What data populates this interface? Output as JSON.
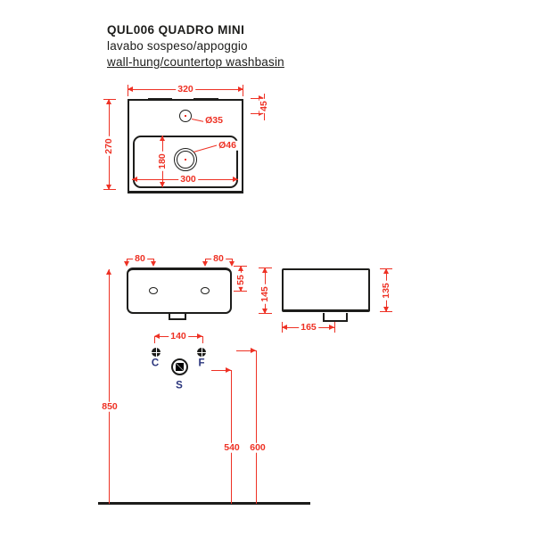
{
  "header": {
    "code": "QUL006 QUADRO MINI",
    "subtitle_it": "lavabo sospeso/appoggio",
    "subtitle_en": "wall-hung/countertop washbasin"
  },
  "colors": {
    "dimension_red": "#ee3124",
    "drawing_ink": "#1d1d1b",
    "text": "#1d1d1b",
    "symbol_blue": "#2a357d"
  },
  "views": {
    "top": {
      "overall_width": "320",
      "overall_depth": "270",
      "tap_hole_offset": "45",
      "tap_hole_diameter": "Ø35",
      "drain_diameter": "Ø46",
      "basin_width": "300",
      "basin_depth": "180"
    },
    "front": {
      "left_hole_offset": "80",
      "right_hole_offset": "80",
      "hole_depth": "55",
      "height": "145",
      "supply_spacing": "140"
    },
    "side": {
      "height": "135",
      "depth": "165"
    }
  },
  "installation": {
    "rim_height": "850",
    "drain_outlet_height": "540",
    "supply_height": "600",
    "symbols": {
      "cold": "C",
      "hot": "F",
      "drain": "S"
    }
  }
}
